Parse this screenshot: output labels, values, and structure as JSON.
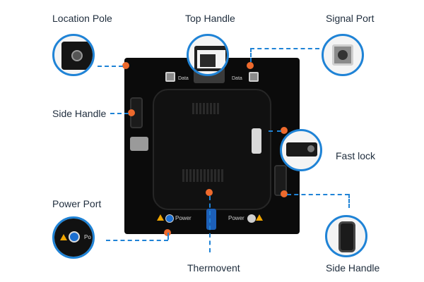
{
  "labels": {
    "location_pole": "Location Pole",
    "top_handle": "Top Handle",
    "signal_port": "Signal Port",
    "side_handle_left": "Side Handle",
    "fast_lock": "Fast lock",
    "power_port": "Power Port",
    "thermovent": "Thermovent",
    "side_handle_right": "Side Handle"
  },
  "panel_text": {
    "data_left": "Data",
    "data_right": "Data",
    "power_left": "Power",
    "power_right": "Power",
    "power_zoom": "Po"
  },
  "colors": {
    "callout_line": "#1f83d6",
    "marker": "#ee6a2d",
    "panel": "#0b0b0b"
  }
}
